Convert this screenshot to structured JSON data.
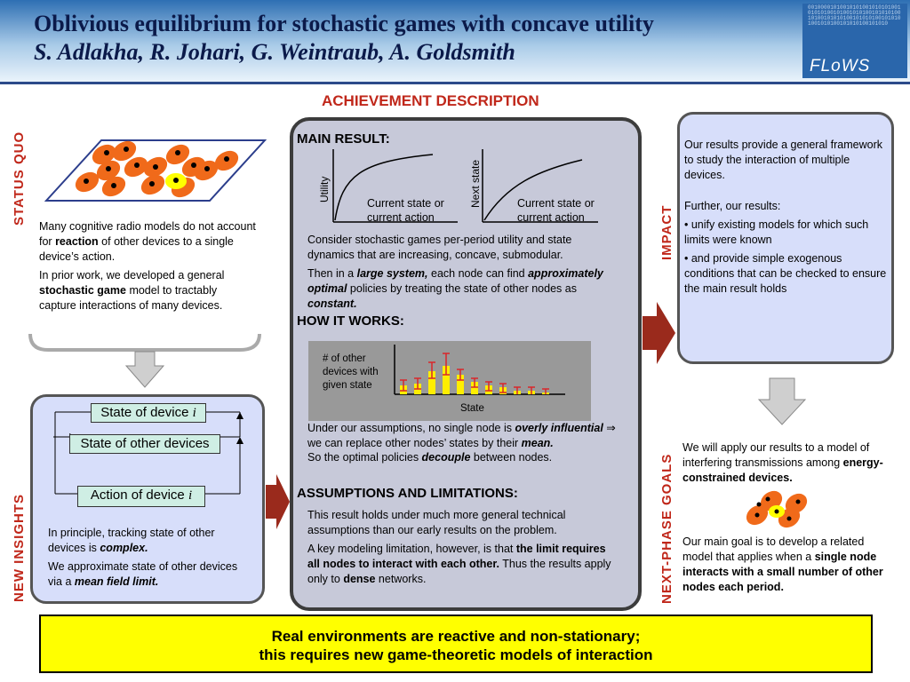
{
  "header": {
    "title": "Oblivious equilibrium for stochastic games with concave utility",
    "authors": "S. Adlakha, R. Johari, G. Weintraub, A. Goldsmith",
    "logo_text": "FLoWS",
    "logo_digits": "0010000101001010100101010100101010100101001010100101010100101001010101001010101001010101001010100101010100101010"
  },
  "achievement_heading": "ACHIEVEMENT DESCRIPTION",
  "status_quo": {
    "label": "STATUS QUO",
    "p1_pre": "Many cognitive radio models do not account for ",
    "p1_bold": "reaction",
    "p1_post": " of other devices to a single device’s action.",
    "p2_pre": "In prior work, we developed a general ",
    "p2_bold": "stochastic game",
    "p2_post": " model to tractably capture interactions of many devices."
  },
  "new_insights": {
    "label": "NEW INSIGHTS",
    "box_state_device": "State of device",
    "box_state_others": "State of other devices",
    "box_action_device": "Action of device",
    "device_var": "i",
    "p1_pre": "In principle, tracking state of other devices is ",
    "p1_bold": "complex.",
    "p2_pre": "We approximate state of other devices via a ",
    "p2_bold": "mean field limit."
  },
  "main_result": {
    "heading": "MAIN RESULT:",
    "plot1_ylabel": "Utility",
    "plot2_ylabel": "Next state",
    "xlabel_line1": "Current state or",
    "xlabel_line2": "current action",
    "p1": "Consider stochastic games per-period utility and state dynamics that are increasing, concave, submodular.",
    "p2_a": "Then in a ",
    "p2_b": "large system,",
    "p2_c": " each node can find ",
    "p2_d": "approximately optimal",
    "p2_e": " policies by treating the state of other nodes as ",
    "p2_f": "constant."
  },
  "how_it_works": {
    "heading": "HOW IT WORKS:",
    "hist_label_line1": "# of other",
    "hist_label_line2": "devices with",
    "hist_label_line3": "given state",
    "hist_xlabel": "State",
    "t1_a": "Under our assumptions, no single node is ",
    "t1_b": "overly influential",
    "t1_c": " ⇒",
    "t2_a": "we can replace other nodes’ states by their ",
    "t2_b": "mean.",
    "t3_a": "So the optimal policies ",
    "t3_b": "decouple",
    "t3_c": " between nodes."
  },
  "assumptions": {
    "heading": "ASSUMPTIONS AND LIMITATIONS:",
    "p1": "This result holds under much more general technical assumptions than our early results on the problem.",
    "p2_a": "A key modeling limitation, however, is that ",
    "p2_b": "the limit requires all nodes to interact with each other.",
    "p2_c": " Thus the results apply only to ",
    "p2_d": "dense",
    "p2_e": " networks."
  },
  "impact": {
    "label": "IMPACT",
    "p1": "Our results provide a general framework to study the interaction of multiple devices.",
    "p2": "Further, our results:",
    "b1": "• unify existing models for which such limits were known",
    "b2": "• and provide simple exogenous conditions that can be checked to ensure the main result holds"
  },
  "next_phase": {
    "label": "NEXT-PHASE GOALS",
    "p1_pre": "We will apply our results to a model of interfering transmissions among ",
    "p1_bold": "energy-constrained devices.",
    "p2_pre": "Our main goal is to develop a related model that applies when a ",
    "p2_bold": "single node interacts with a small number of other nodes each period."
  },
  "bottom": {
    "line1": "Real environments are reactive and non-stationary;",
    "line2": "this requires new game-theoretic models of interaction"
  },
  "colors": {
    "accent_red": "#c0271a",
    "header_blue": "#2e6fb3",
    "node_orange": "#f06a1a",
    "highlight_yellow": "#ffff00"
  }
}
